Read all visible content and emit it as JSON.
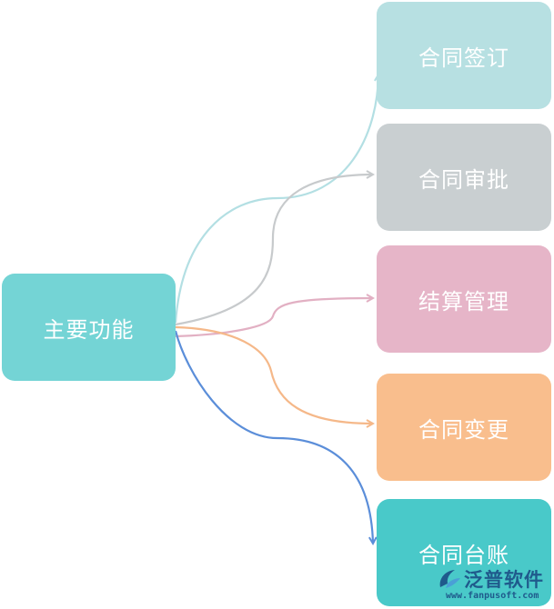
{
  "root": {
    "label": "主要功能",
    "color": "#74d4d5"
  },
  "branches": [
    {
      "label": "合同签订",
      "color": "#b7e0e2",
      "line_color": "#b3dfe3"
    },
    {
      "label": "合同审批",
      "color": "#c9cfd1",
      "line_color": "#c7cacc"
    },
    {
      "label": "结算管理",
      "color": "#e6b5c8",
      "line_color": "#e2b0c3"
    },
    {
      "label": "合同变更",
      "color": "#f9be8d",
      "line_color": "#f5b889"
    },
    {
      "label": "合同台账",
      "color": "#49c9c9",
      "line_color": "#5b8ed9"
    }
  ],
  "watermark": {
    "brand": "泛普软件",
    "url": "www.fanpusoft.com",
    "color": "#1f5a8c"
  }
}
